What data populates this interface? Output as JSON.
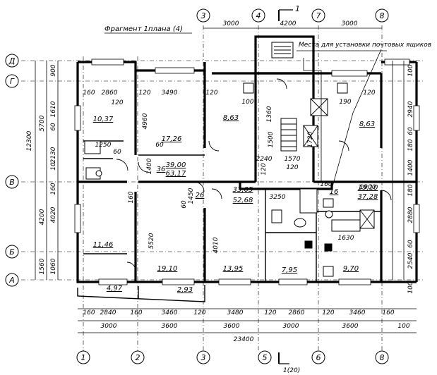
{
  "title": "Фрагмент 1плана (4)",
  "note": "Места для установки почтовых ящиков",
  "section_mark_top": "1",
  "section_mark_bottom": "1(20)",
  "axes_top": [
    "3",
    "4",
    "7",
    "8"
  ],
  "axes_bottom": [
    "1",
    "2",
    "3",
    "5",
    "6",
    "8"
  ],
  "axes_left": [
    "Д",
    "Г",
    "В",
    "Б",
    "А"
  ],
  "top_dims": [
    "3000",
    "4200",
    "3000"
  ],
  "bottom_row1": [
    "160",
    "2840",
    "160",
    "3460",
    "120",
    "3480",
    "120",
    "2860",
    "120",
    "3460",
    "160"
  ],
  "bottom_row2": [
    "3000",
    "3600",
    "3600",
    "3000",
    "3600",
    "100"
  ],
  "bottom_total": "23400",
  "left_outer": [
    "12300"
  ],
  "left_mid": [
    "5700",
    "4200",
    "1560"
  ],
  "left_inner": [
    "900",
    "1610",
    "60",
    "2130",
    "10",
    "160",
    "4020",
    "1060"
  ],
  "right_dims": [
    "100",
    "2940",
    "60",
    "180",
    "1400",
    "180",
    "2880",
    "60",
    "2540",
    "100"
  ],
  "interior_dims": [
    "160",
    "2860",
    "120",
    "3490",
    "120",
    "100",
    "190",
    "120",
    "120",
    "4960",
    "60",
    "1400",
    "1250",
    "60",
    "160",
    "1450",
    "60",
    "5520",
    "4010",
    "2240",
    "1570",
    "120",
    "1360",
    "1500",
    "120",
    "1720",
    "3250",
    "1630",
    "1900",
    "160"
  ],
  "areas": [
    "10,37",
    "17,26",
    "8,63",
    "8,63",
    "39,00",
    "63,17",
    "36",
    "33,05",
    "52,68",
    "26",
    "16",
    "19,10",
    "37,28",
    "11,46",
    "4,97",
    "19,10",
    "2,93",
    "13,95",
    "7,95",
    "9,70"
  ]
}
